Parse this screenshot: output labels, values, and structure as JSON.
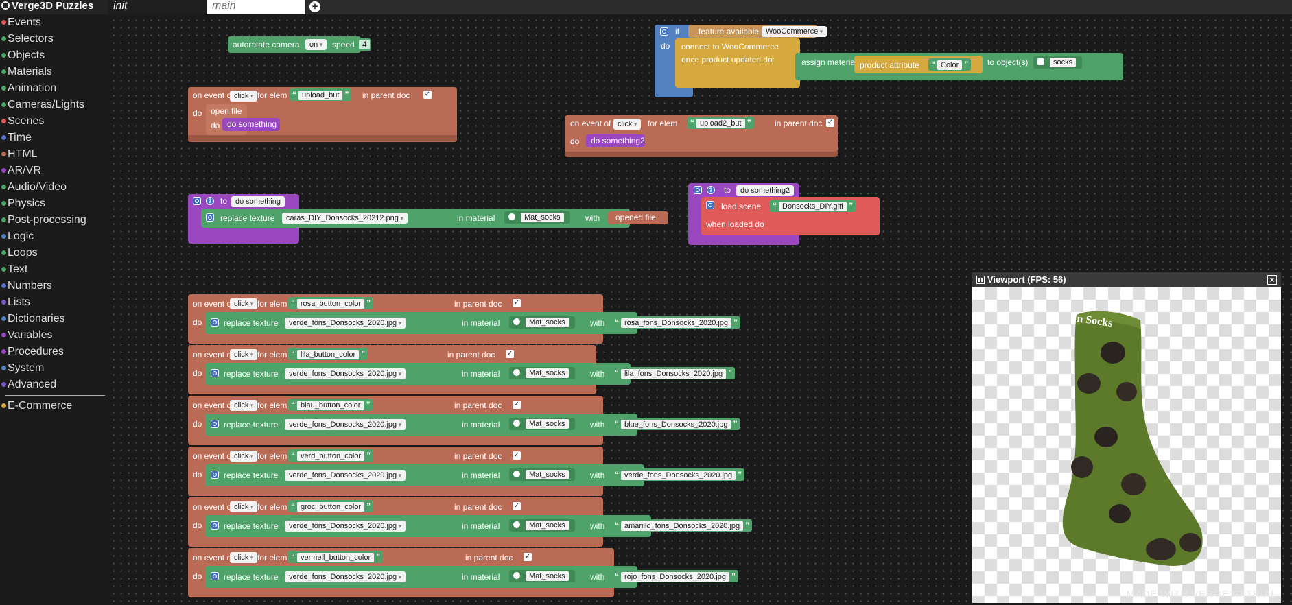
{
  "app": {
    "title": "Verge3D Puzzles",
    "tabs": [
      {
        "label": "init"
      },
      {
        "label": "main"
      }
    ]
  },
  "sidebar": {
    "categories": [
      {
        "label": "Events",
        "color": "#e05a5a"
      },
      {
        "label": "Selectors",
        "color": "#4fa36a"
      },
      {
        "label": "Objects",
        "color": "#4fa36a"
      },
      {
        "label": "Materials",
        "color": "#4fa36a"
      },
      {
        "label": "Animation",
        "color": "#4fa36a"
      },
      {
        "label": "Cameras/Lights",
        "color": "#4fa36a"
      },
      {
        "label": "Scenes",
        "color": "#e05a5a"
      },
      {
        "label": "Time",
        "color": "#5a6fc8"
      },
      {
        "label": "HTML",
        "color": "#b96b55"
      },
      {
        "label": "AR/VR",
        "color": "#9a48c0"
      },
      {
        "label": "Audio/Video",
        "color": "#4fa36a"
      },
      {
        "label": "Physics",
        "color": "#4fa36a"
      },
      {
        "label": "Post-processing",
        "color": "#4fa36a"
      },
      {
        "label": "Logic",
        "color": "#5481c0"
      },
      {
        "label": "Loops",
        "color": "#4fa36a"
      },
      {
        "label": "Text",
        "color": "#4fa36a"
      },
      {
        "label": "Numbers",
        "color": "#5a6fc8"
      },
      {
        "label": "Lists",
        "color": "#7a5ac8"
      },
      {
        "label": "Dictionaries",
        "color": "#5481c0"
      },
      {
        "label": "Variables",
        "color": "#9a48c0"
      },
      {
        "label": "Procedures",
        "color": "#9a48c0"
      },
      {
        "label": "System",
        "color": "#5481c0"
      },
      {
        "label": "Advanced",
        "color": "#7a5ac8"
      }
    ],
    "extra": {
      "label": "E-Commerce",
      "color": "#d6a93e"
    }
  },
  "blocks": {
    "autorotate": {
      "label": "autorotate camera",
      "state": "on",
      "speed_label": "speed",
      "speed": "4"
    },
    "upload1": {
      "event": "on event of",
      "type": "click",
      "for_elem": "for elem",
      "elem": "upload_but",
      "in_parent": "in parent doc",
      "do": "do",
      "open_file": "open file",
      "do2": "do",
      "call": "do something"
    },
    "upload2": {
      "event": "on event of",
      "type": "click",
      "for_elem": "for elem",
      "elem": "upload2_but",
      "in_parent": "in parent doc",
      "do": "do",
      "call": "do something2"
    },
    "woo": {
      "if": "if",
      "feature": "feature available",
      "feature_val": "WooCommerce",
      "do": "do",
      "connect": "connect to WooCommerce",
      "once": "once product updated do:",
      "assign": "assign material",
      "prod_attr": "product attribute",
      "attr": "Color",
      "to_obj": "to object(s)",
      "obj": "socks"
    },
    "proc1": {
      "to": "to",
      "name": "do something",
      "replace": "replace texture",
      "texture": "caras_DIY_Donsocks_20212.png",
      "in_mat": "in material",
      "mat": "Mat_socks",
      "with": "with",
      "opened": "opened file"
    },
    "proc2": {
      "to": "to",
      "name": "do something2",
      "load": "load scene",
      "scene": "Donsocks_DIY.gltf",
      "when": "when loaded do"
    },
    "color_events": [
      {
        "event": "on event of",
        "type": "click",
        "for_elem": "for elem",
        "elem": "rosa_button_color",
        "in_parent": "in parent doc",
        "do": "do",
        "replace": "replace texture",
        "texture": "verde_fons_Donsocks_2020.jpg",
        "in_mat": "in material",
        "mat": "Mat_socks",
        "with": "with",
        "new": "rosa_fons_Donsocks_2020.jpg"
      },
      {
        "event": "on event of",
        "type": "click",
        "for_elem": "for elem",
        "elem": "lila_button_color",
        "in_parent": "in parent doc",
        "do": "do",
        "replace": "replace texture",
        "texture": "verde_fons_Donsocks_2020.jpg",
        "in_mat": "in material",
        "mat": "Mat_socks",
        "with": "with",
        "new": "lila_fons_Donsocks_2020.jpg"
      },
      {
        "event": "on event of",
        "type": "click",
        "for_elem": "for elem",
        "elem": "blau_button_color",
        "in_parent": "in parent doc",
        "do": "do",
        "replace": "replace texture",
        "texture": "verde_fons_Donsocks_2020.jpg",
        "in_mat": "in material",
        "mat": "Mat_socks",
        "with": "with",
        "new": "blue_fons_Donsocks_2020.jpg"
      },
      {
        "event": "on event of",
        "type": "click",
        "for_elem": "for elem",
        "elem": "verd_button_color",
        "in_parent": "in parent doc",
        "do": "do",
        "replace": "replace texture",
        "texture": "verde_fons_Donsocks_2020.jpg",
        "in_mat": "in material",
        "mat": "Mat_socks",
        "with": "with",
        "new": "verde_fons_Donsocks_2020.jpg"
      },
      {
        "event": "on event of",
        "type": "click",
        "for_elem": "for elem",
        "elem": "groc_button_color",
        "in_parent": "in parent doc",
        "do": "do",
        "replace": "replace texture",
        "texture": "verde_fons_Donsocks_2020.jpg",
        "in_mat": "in material",
        "mat": "Mat_socks",
        "with": "with",
        "new": "amarillo_fons_Donsocks_2020.jpg"
      },
      {
        "event": "on event of",
        "type": "click",
        "for_elem": "for elem",
        "elem": "vermell_button_color",
        "in_parent": "in parent doc",
        "do": "do",
        "replace": "replace texture",
        "texture": "verde_fons_Donsocks_2020.jpg",
        "in_mat": "in material",
        "mat": "Mat_socks",
        "with": "with",
        "new": "rojo_fons_Donsocks_2020.jpg"
      }
    ]
  },
  "viewport": {
    "title": "Viewport (FPS: 56)",
    "watermark": "MADE WITH VERGE3D TRIAL"
  },
  "icons": {
    "add_tab": "plus-circle-icon",
    "pause": "pause-icon",
    "close": "close-icon",
    "gear": "gear-icon",
    "help": "help-icon",
    "quote": "quote-icon"
  }
}
